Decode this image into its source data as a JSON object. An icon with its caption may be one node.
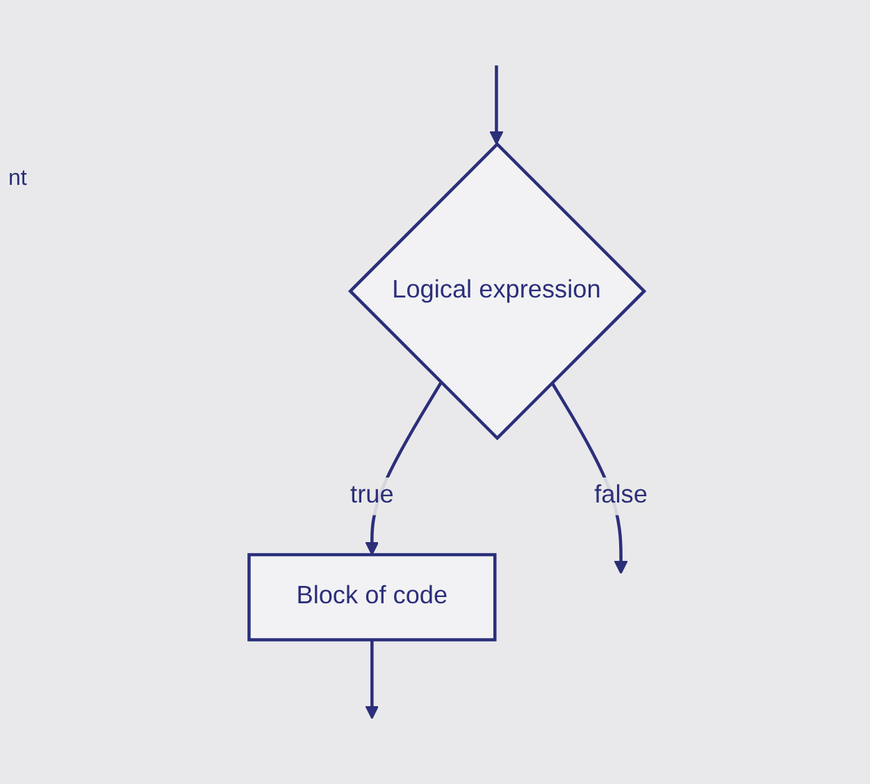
{
  "diagram": {
    "nodes": [
      {
        "text": [
          "Logical expression"
        ]
      },
      {
        "text": [
          "Block of code"
        ]
      }
    ],
    "edges": [
      {
        "from": null,
        "to": 0,
        "arrow": "to"
      },
      {
        "from": 0,
        "to": 1,
        "label": "true",
        "arrow": "to"
      },
      {
        "from": 0,
        "to": null,
        "label": "false",
        "arrow": "to"
      },
      {
        "from": 1,
        "to": null,
        "arrow": "to"
      }
    ],
    "labels": [
      "nt"
    ]
  }
}
